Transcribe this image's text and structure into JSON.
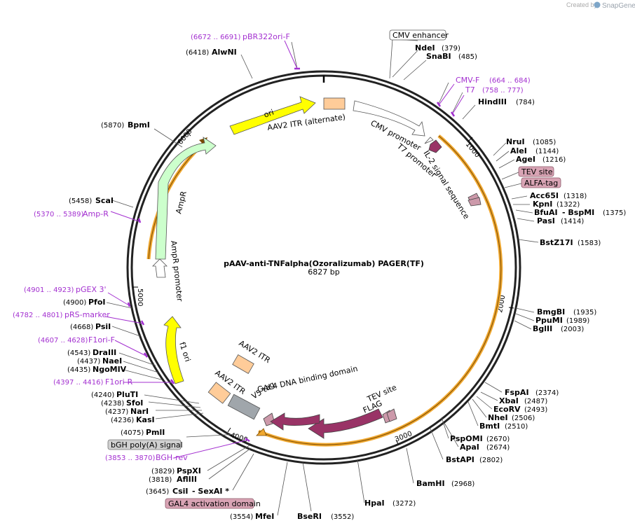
{
  "credit": {
    "prefix": "Created by",
    "brand": "SnapGene"
  },
  "title": "pAAV-anti-TNFalpha(Ozoralizumab) PAGER(TF)",
  "length": "6827 bp",
  "ticks": [
    "1000",
    "2000",
    "3000",
    "4000",
    "5000",
    "6000"
  ],
  "features": {
    "ori": "ori",
    "aav2_itr_alt": "AAV2 ITR (alternate)",
    "cmv_promoter": "CMV promoter",
    "t7_promoter": "T7 promoter",
    "il2": "IL-2 signal sequence",
    "ampr": "AmpR",
    "ampr_promoter": "AmpR promoter",
    "f1ori": "f1 ori",
    "aav2_itr_1": "AAV2 ITR",
    "aav2_itr_2": "AAV2 ITR",
    "v5": "V5 tag",
    "gal4": "GAL4 DNA binding domain",
    "tev": "TEV site",
    "flag": "FLAG"
  },
  "boxed": {
    "cmv_enhancer": "CMV enhancer",
    "tev_site": "TEV site",
    "alfa_tag": "ALFA-tag",
    "bgh": "bGH poly(A) signal",
    "gal4_act": "GAL4 activation domain"
  },
  "enzymes": {
    "alwni": {
      "name": "AlwNI",
      "pos": "(6418)"
    },
    "ndei": {
      "name": "NdeI",
      "pos": "(379)"
    },
    "snabi": {
      "name": "SnaBI",
      "pos": "(485)"
    },
    "hindiii": {
      "name": "HindIII",
      "pos": "(784)"
    },
    "nrui": {
      "name": "NruI",
      "pos": "(1085)"
    },
    "alei": {
      "name": "AleI",
      "pos": "(1144)"
    },
    "agei": {
      "name": "AgeI",
      "pos": "(1216)"
    },
    "acc65i": {
      "name": "Acc65I",
      "pos": "(1318)"
    },
    "kpni": {
      "name": "KpnI",
      "pos": "(1322)"
    },
    "bfuai": {
      "name": "BfuAI",
      "pos": "(1375)"
    },
    "bspmi": "- BspMI",
    "pasi": {
      "name": "PasI",
      "pos": "(1414)"
    },
    "bstz17i": {
      "name": "BstZ17I",
      "pos": "(1583)"
    },
    "bmgbi": {
      "name": "BmgBI",
      "pos": "(1935)"
    },
    "ppumi": {
      "name": "PpuMI",
      "pos": "(1989)"
    },
    "bglii": {
      "name": "BglII",
      "pos": "(2003)"
    },
    "fspai": {
      "name": "FspAI",
      "pos": "(2374)"
    },
    "xbai": {
      "name": "XbaI",
      "pos": "(2487)"
    },
    "ecorv": {
      "name": "EcoRV",
      "pos": "(2493)"
    },
    "nhei": {
      "name": "NheI",
      "pos": "(2506)"
    },
    "bmti": {
      "name": "BmtI",
      "pos": "(2510)"
    },
    "psp0mi": {
      "name": "PspOMI",
      "pos": "(2670)"
    },
    "apai": {
      "name": "ApaI",
      "pos": "(2674)"
    },
    "bstapi": {
      "name": "BstAPI",
      "pos": "(2802)"
    },
    "bamhi": {
      "name": "BamHI",
      "pos": "(2968)"
    },
    "hpai": {
      "name": "HpaI",
      "pos": "(3272)"
    },
    "bseri": {
      "name": "BseRI",
      "pos": "(3552)"
    },
    "mfei": {
      "name": "MfeI",
      "pos": "(3554)"
    },
    "csii": {
      "name": "CsiI",
      "pos": "(3645)"
    },
    "sexai": "- SexAI *",
    "afliii": {
      "name": "AflIII",
      "pos": "(3818)"
    },
    "pspxi": {
      "name": "PspXI",
      "pos": "(3829)"
    },
    "pmli": {
      "name": "PmlI",
      "pos": "(4075)"
    },
    "kasi": {
      "name": "KasI",
      "pos": "(4236)"
    },
    "nari": {
      "name": "NarI",
      "pos": "(4237)"
    },
    "sfoi": {
      "name": "SfoI",
      "pos": "(4238)"
    },
    "pluti": {
      "name": "PluTI",
      "pos": "(4240)"
    },
    "ngomiv": {
      "name": "NgoMIV",
      "pos": "(4435)"
    },
    "naei": {
      "name": "NaeI",
      "pos": "(4437)"
    },
    "draiii": {
      "name": "DraIII",
      "pos": "(4543)"
    },
    "psii": {
      "name": "PsiI",
      "pos": "(4668)"
    },
    "pfoi": {
      "name": "PfoI",
      "pos": "(4900)"
    },
    "scai": {
      "name": "ScaI",
      "pos": "(5458)"
    },
    "bpmi": {
      "name": "BpmI",
      "pos": "(5870)"
    }
  },
  "primers": {
    "pbr322ori": {
      "name": "pBR322ori-F",
      "pos": "(6672 .. 6691)"
    },
    "cmvf": {
      "name": "CMV-F",
      "pos": "(664 .. 684)"
    },
    "t7": {
      "name": "T7",
      "pos": "(758 .. 777)"
    },
    "ampr": {
      "name": "Amp-R",
      "pos": "(5370 .. 5389)"
    },
    "pgex3": {
      "name": "pGEX 3'",
      "pos": "(4901 .. 4923)"
    },
    "prsmarker": {
      "name": "pRS-marker",
      "pos": "(4782 .. 4801)"
    },
    "f1orif": {
      "name": "F1ori-F",
      "pos": "(4607 .. 4628)"
    },
    "f1orir": {
      "name": "F1ori-R",
      "pos": "(4397 .. 4416)"
    },
    "bghrev": {
      "name": "BGH-rev",
      "pos": "(3853 .. 3870)"
    }
  },
  "colors": {
    "ori": "#ffff00",
    "ampr": "#ccffcc",
    "aav2itr": "#ffcc99",
    "cmv": "#ffffff",
    "il2": "#993366",
    "gal4": "#993366",
    "tev": "#cc99aa",
    "v5": "#a0a6ab",
    "orf_outline": "#f0a830",
    "primer": "#a330d0",
    "boxed_fill": "#d9a4b5",
    "boxed_grey": "#d0d0d0"
  }
}
